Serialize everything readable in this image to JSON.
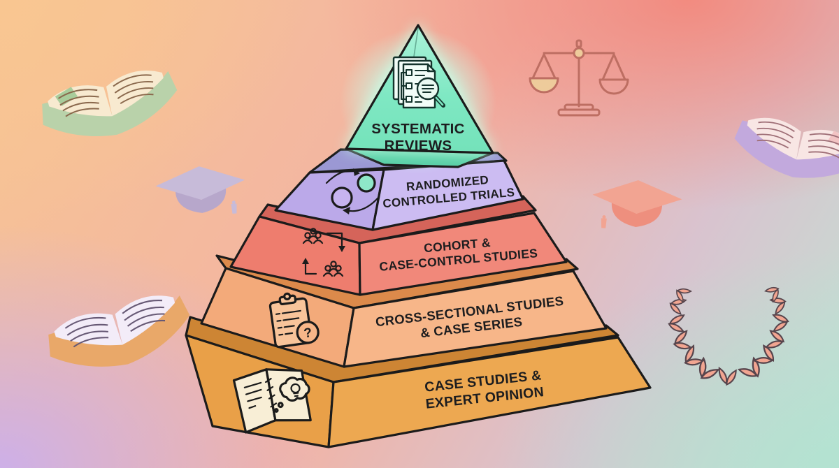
{
  "pyramid": {
    "outline_color": "#1b1b1b",
    "text_color": "#1d1d1f",
    "tiers": [
      {
        "rank": 1,
        "id": "systematic-reviews",
        "lines": [
          "SYSTEMATIC",
          "REVIEWS"
        ],
        "icon": "documents-magnifier-icon",
        "colors": {
          "front": "#7fe8c3",
          "shade": "#58cfa6",
          "glow": "#d9fff1"
        }
      },
      {
        "rank": 2,
        "id": "randomized-controlled-trials",
        "lines": [
          "RANDOMIZED",
          "CONTROLLED TRIALS"
        ],
        "icon": "randomize-cycle-icon",
        "colors": {
          "front": "#ccbcf2",
          "side": "#bba9e9",
          "top": "#9b98d4",
          "circle_left": "#c7b4f0",
          "circle_right": "#8ee7c8"
        }
      },
      {
        "rank": 3,
        "id": "cohort-case-control-studies",
        "lines": [
          "COHORT &",
          "CASE-CONTROL STUDIES"
        ],
        "icon": "population-groups-icon",
        "colors": {
          "front": "#f1887a",
          "side": "#ee7d6e",
          "top": "#d5645a"
        }
      },
      {
        "rank": 4,
        "id": "cross-sectional-studies-case-series",
        "lines": [
          "CROSS-SECTIONAL STUDIES",
          "& CASE SERIES"
        ],
        "icon": "survey-clipboard-icon",
        "colors": {
          "front": "#f7b689",
          "side": "#f3aa7a",
          "top": "#dc8a4b"
        }
      },
      {
        "rank": 5,
        "id": "case-studies-expert-opinion",
        "lines": [
          "CASE STUDIES &",
          "EXPERT OPINION"
        ],
        "icon": "notebook-idea-icon",
        "colors": {
          "front": "#eda851",
          "side": "#e9a048",
          "top": "#cd8534"
        }
      }
    ]
  },
  "background": {
    "corner_colors": {
      "top_left": "#f8c592",
      "top_right": "#f28b80",
      "bottom_left": "#cdb4ea",
      "bottom_right": "#b9e3d4"
    },
    "icons": [
      {
        "name": "open-book-top-left",
        "style": "--cover:#b9d2aa;--pages:#f8ead0;--lines:#8a684c;--outline:#7c5e45;--accentL:#a9cc9b"
      },
      {
        "name": "balance-scale",
        "style": "--outline:#bd6e62;--pan:#eecb9b"
      },
      {
        "name": "open-book-right",
        "style": "--cover:#c2a9dd;--pages:#f8e6e4;--lines:#9f6f77;--outline:#8a6070;--accentR:#f2c3c3"
      },
      {
        "name": "graduation-cap-left",
        "style": "--board:#c7bbd9;--cap:#b7a7cb;--outline:#6e5f80"
      },
      {
        "name": "graduation-cap-right",
        "style": "--board:#f2a492;--cap:#ee8f7e;--outline:#b06456"
      },
      {
        "name": "open-book-bottom-left",
        "style": "--cover:#e9a869;--pages:#f3ecf8;--lines:#675975;--outline:#544a61"
      },
      {
        "name": "laurel-wreath",
        "style": "--leaf:#f2a591;--outline:#57454d"
      }
    ]
  }
}
